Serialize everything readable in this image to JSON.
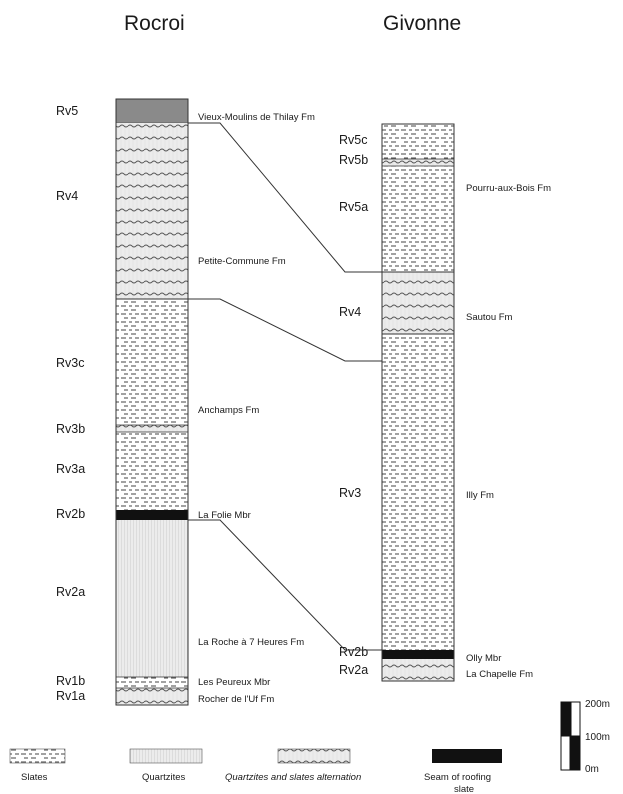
{
  "titles": {
    "left": "Rocroi",
    "right": "Givonne"
  },
  "rocroi": {
    "units": [
      "Rv5",
      "Rv4",
      "Rv3c",
      "Rv3b",
      "Rv3a",
      "Rv2b",
      "Rv2a",
      "Rv1b",
      "Rv1a"
    ],
    "formations": [
      "Vieux-Moulins de Thilay Fm",
      "Petite-Commune Fm",
      "Anchamps Fm",
      "La Folie Mbr",
      "La Roche à 7 Heures Fm",
      "Les Peureux Mbr",
      "Rocher de l'Uf Fm"
    ]
  },
  "givonne": {
    "units": [
      "Rv5c",
      "Rv5b",
      "Rv5a",
      "Rv4",
      "Rv3",
      "Rv2b",
      "Rv2a"
    ],
    "formations": [
      "Pourru-aux-Bois Fm",
      "Sautou Fm",
      "Illy Fm",
      "Olly Mbr",
      "La Chapelle Fm"
    ]
  },
  "scale": {
    "labels": [
      "200m",
      "100m",
      "0m"
    ]
  },
  "legend": {
    "slates": "Slates",
    "quartzites": "Quartzites",
    "alternation": "Quartzites and slates alternation",
    "roofing_line1": "Seam of roofing",
    "roofing_line2": "slate"
  },
  "colors": {
    "dark_gray": "#8a8a8a",
    "light_gray": "#ececec",
    "black": "#111111",
    "dash": "#444444"
  }
}
